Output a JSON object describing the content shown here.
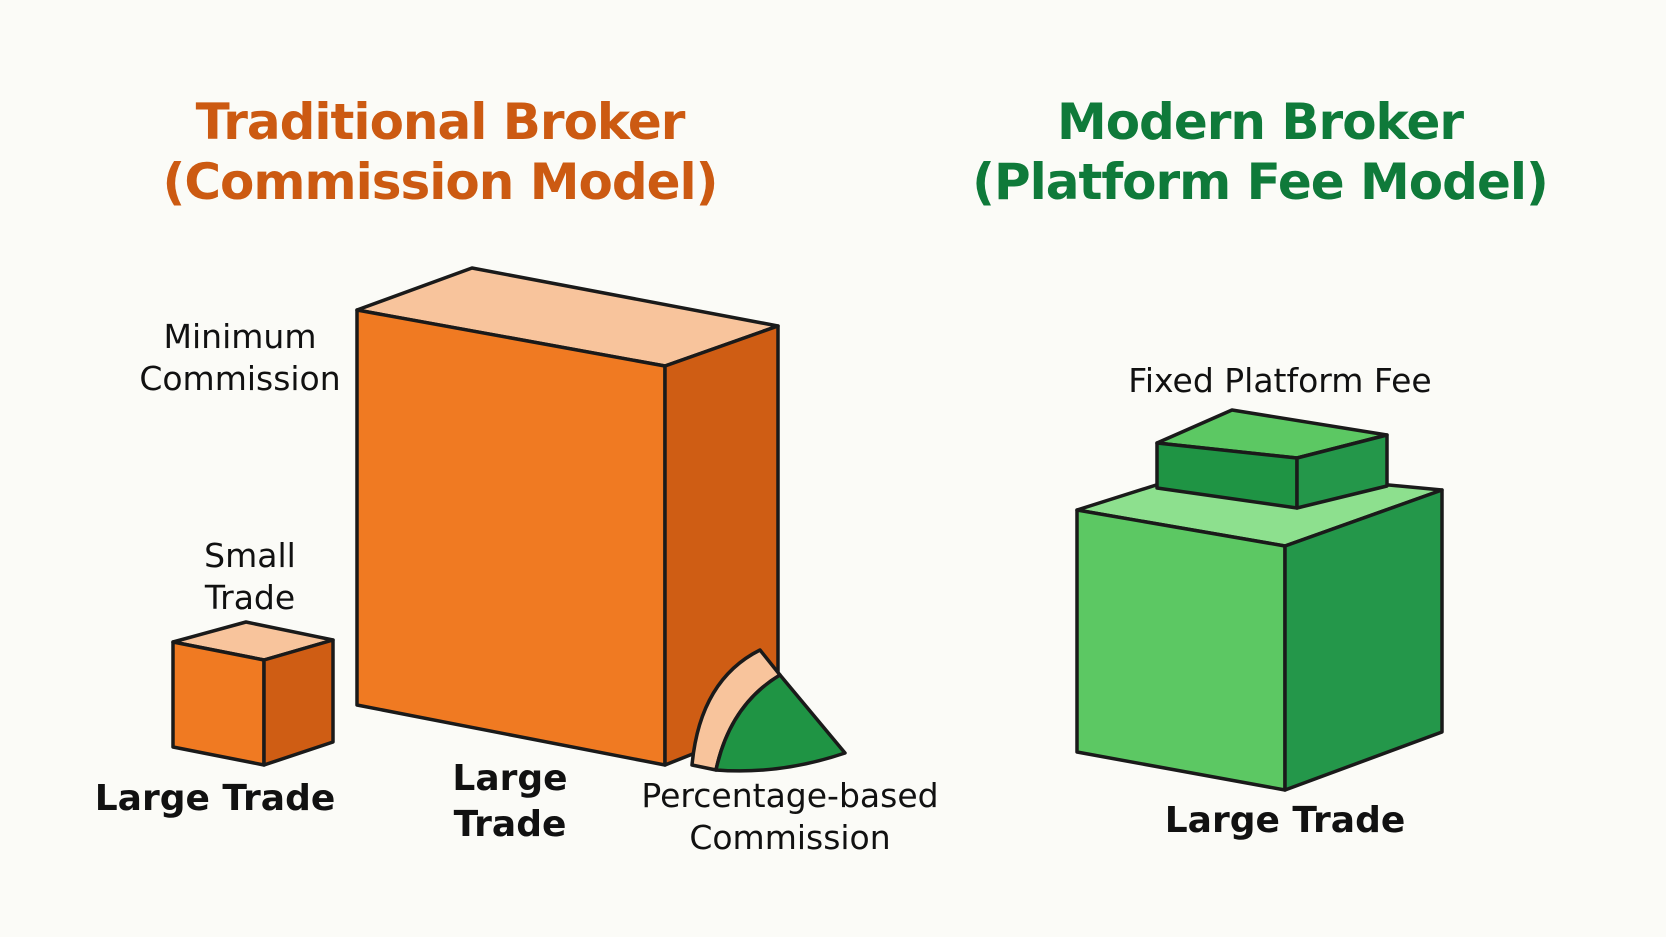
{
  "traditional": {
    "title_line1": "Traditional Broker",
    "title_line2": "(Commission Model)",
    "minimum_commission_line1": "Minimum",
    "minimum_commission_line2": "Commission",
    "small_trade_line1": "Small",
    "small_trade_line2": "Trade",
    "large_trade_left": "Large Trade",
    "large_trade_mid_line1": "Large",
    "large_trade_mid_line2": "Trade",
    "percentage_line1": "Percentage-based",
    "percentage_line2": "Commission"
  },
  "modern": {
    "title_line1": "Modern Broker",
    "title_line2": "(Platform Fee Model)",
    "fixed_fee": "Fixed Platform Fee",
    "large_trade": "Large Trade"
  },
  "colors": {
    "traditional_accent": "#cc5a12",
    "modern_accent": "#0f7a3a",
    "orange_front": "#f07a22",
    "orange_side": "#cf5d14",
    "orange_top": "#f8c49c",
    "green_front": "#5cc863",
    "green_side": "#24974a",
    "green_top": "#8de08e"
  }
}
